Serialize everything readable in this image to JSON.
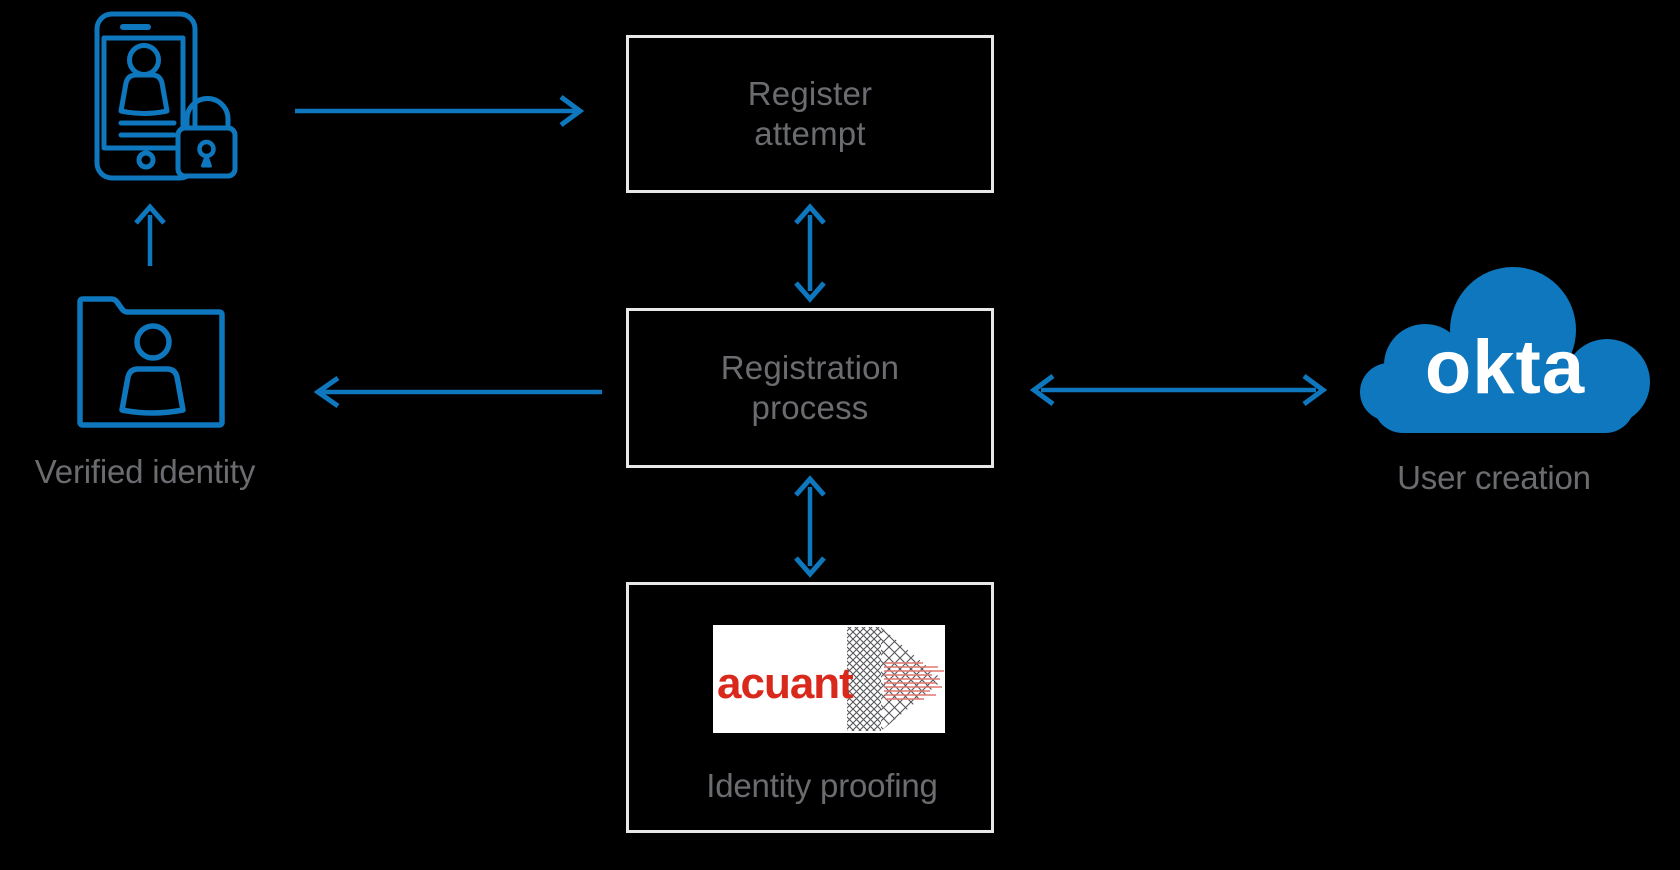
{
  "colors": {
    "background": "#000000",
    "blue": "#0e77bd",
    "text_gray": "#6b6c6f",
    "box_border": "#e8e8e9",
    "okta_cloud_blue": "#0e77bd",
    "okta_wordmark_white": "#ffffff",
    "acuant_red": "#d9291c",
    "acuant_hatch_gray": "#55565a",
    "acuant_hatch_red": "#e0776f",
    "acuant_logo_background": "#ffffff"
  },
  "boxes": {
    "register_attempt": {
      "lines": [
        "Register",
        "attempt"
      ]
    },
    "registration_process": {
      "lines": [
        "Registration",
        "process"
      ]
    },
    "identity_proofing": {
      "caption": "Identity proofing"
    }
  },
  "labels": {
    "verified_identity": "Verified identity",
    "user_creation": "User creation"
  },
  "logos": {
    "okta": {
      "text": "okta"
    },
    "acuant": {
      "text": "acuant"
    }
  },
  "icons": {
    "phone": "smartphone-identity-lock-icon",
    "folder": "verified-identity-folder-icon",
    "cloud": "okta-cloud-icon"
  },
  "connections": [
    {
      "from": "smartphone-identity",
      "to": "register-attempt",
      "style": "arrow-right"
    },
    {
      "from": "register-attempt",
      "to": "registration-process",
      "style": "double-arrow-vertical"
    },
    {
      "from": "registration-process",
      "to": "verified-identity-folder",
      "style": "arrow-left"
    },
    {
      "from": "registration-process",
      "to": "okta-cloud",
      "style": "double-arrow-horizontal"
    },
    {
      "from": "registration-process",
      "to": "identity-proofing",
      "style": "double-arrow-vertical"
    },
    {
      "from": "verified-identity-folder",
      "to": "smartphone-identity",
      "style": "arrow-up"
    }
  ]
}
